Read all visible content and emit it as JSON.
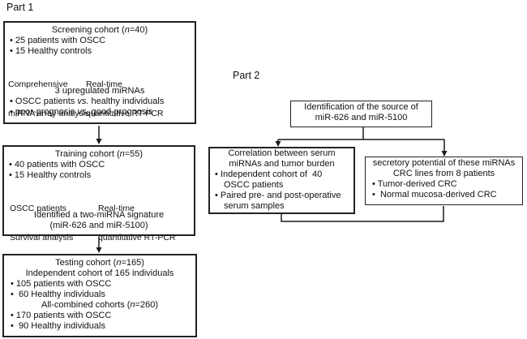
{
  "part1": {
    "label": "Part 1",
    "screening_box": {
      "title": {
        "pre": "Screening cohort (",
        "n": "n",
        "post": "=40)"
      },
      "bullets": [
        "• 25 patients with OSCC",
        "• 15 Healthy controls"
      ],
      "left_method": [
        "Comprehensive",
        "miRNA array analysis"
      ],
      "right_method": [
        "Real-time",
        "quantitative RT-PCR"
      ],
      "result_title": "3 upregulated miRNAs",
      "comparisons": [
        {
          "pre": "• OSCC patients ",
          "it": "vs.",
          "post": " healthy individuals"
        },
        {
          "pre": "• poor-prognosis ",
          "it": "vs.",
          "post": " good-prognosis"
        }
      ]
    },
    "training_box": {
      "title": {
        "pre": "Training cohort (",
        "n": "n",
        "post": "=55)"
      },
      "bullets": [
        "• 40 patients with OSCC",
        "• 15 Healthy controls"
      ],
      "left_method": [
        "OSCC patients",
        "Survival analysis"
      ],
      "right_method": [
        "Real-time",
        "quantitative RT-PCR"
      ],
      "result_lines": [
        "Identified a two-miRNA signature",
        "(miR-626 and miR-5100)"
      ]
    },
    "testing_box": {
      "title": {
        "pre": "Testing cohort (",
        "n": "n",
        "post": "=165)"
      },
      "subtitle": "Independent cohort of 165 individuals",
      "bullets_a": [
        "• 105 patients with OSCC",
        "•  60 Healthy individuals"
      ],
      "combined_title": {
        "pre": "All-combined cohorts (",
        "n": "n",
        "post": "=260)"
      },
      "bullets_b": [
        "• 170 patients with OSCC",
        "•  90 Healthy individuals"
      ]
    }
  },
  "part2": {
    "label": "Part 2",
    "identification_box": {
      "lines": [
        "Identification of the source of",
        "miR-626 and miR-5100"
      ]
    },
    "correlation_box": {
      "title_lines": [
        "Correlation between serum",
        "miRNAs and tumor burden"
      ],
      "item1_lines": [
        "• Independent cohort of  40",
        "OSCC patients"
      ],
      "item2_lines": [
        "• Paired pre- and post-operative",
        "serum samples"
      ]
    },
    "secretory_box": {
      "title_lines": [
        "secretory potential of these miRNAs",
        "CRC lines from 8 patients"
      ],
      "bullets": [
        "• Tumor-derived CRC",
        "•  Normal mucosa-derived CRC"
      ]
    }
  },
  "colors": {
    "line": "#1a1a1a",
    "border": "#222222",
    "text": "#111111",
    "background": "#ffffff"
  }
}
